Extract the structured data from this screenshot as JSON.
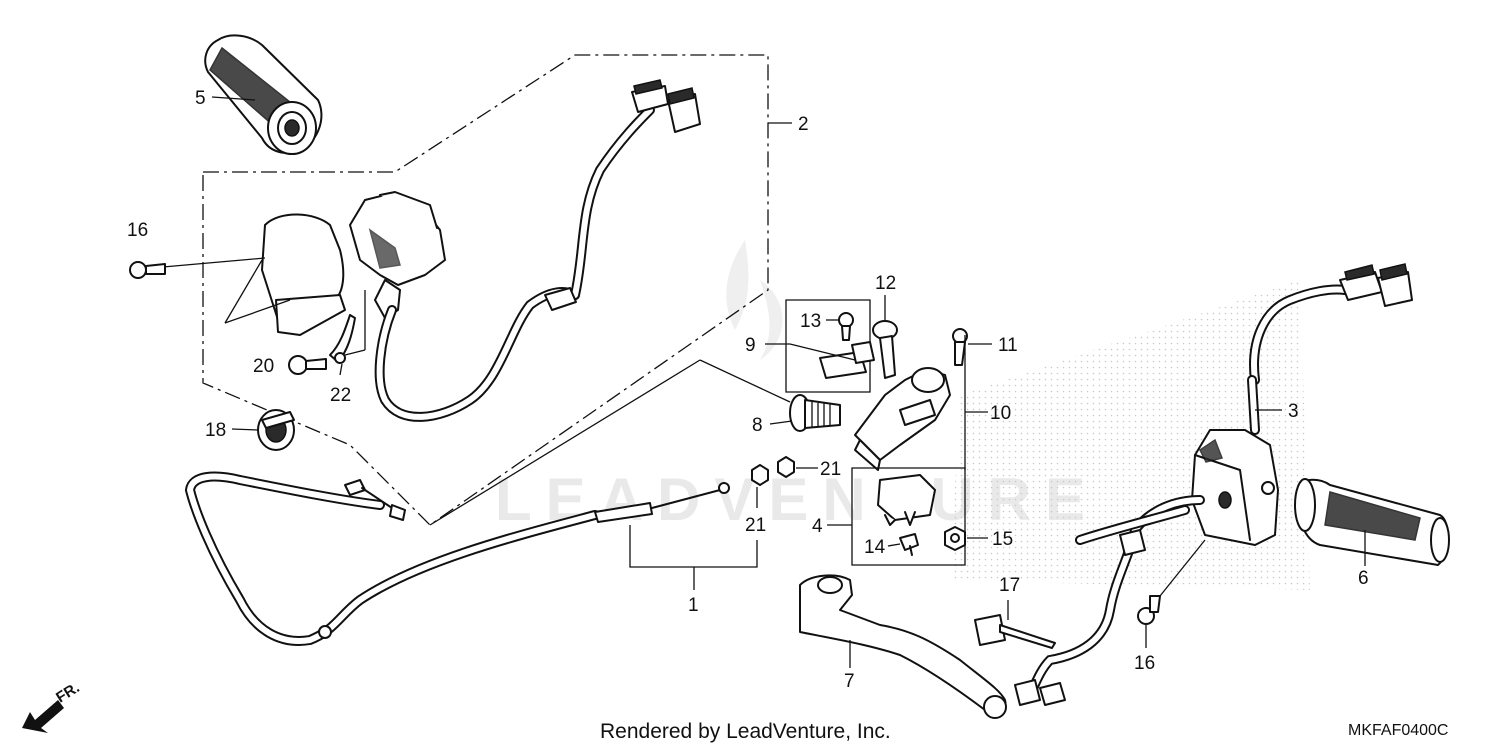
{
  "diagram": {
    "callouts": {
      "c1": "1",
      "c2": "2",
      "c3": "3",
      "c4": "4",
      "c5": "5",
      "c6": "6",
      "c7": "7",
      "c8": "8",
      "c9": "9",
      "c10": "10",
      "c11": "11",
      "c12": "12",
      "c13": "13",
      "c14": "14",
      "c15": "15",
      "c16a": "16",
      "c16b": "16",
      "c17": "17",
      "c18": "18",
      "c20": "20",
      "c21a": "21",
      "c21b": "21",
      "c22": "22"
    },
    "direction_label": "FR.",
    "footer_credit": "Rendered by LeadVenture, Inc.",
    "diagram_code": "MKFAF0400C",
    "watermark": "LEADVENTURE"
  }
}
